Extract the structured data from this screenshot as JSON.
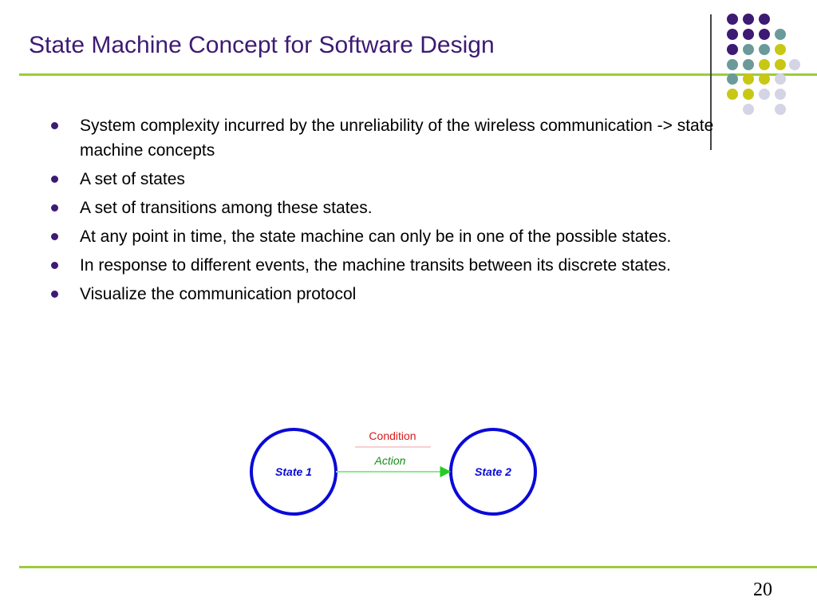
{
  "slide": {
    "title": "State Machine Concept for Software Design",
    "page_number": "20"
  },
  "bullets": [
    "System complexity incurred by the unreliability of the wireless communication -> state machine concepts",
    "A set of states",
    "A set of transitions among these states.",
    "At any point in time, the state machine can only be in one of the possible states.",
    "In response to different events, the machine transits between its discrete states.",
    "Visualize the communication protocol"
  ],
  "diagram": {
    "state1": "State 1",
    "state2": "State 2",
    "condition": "Condition",
    "action": "Action"
  },
  "colors": {
    "title": "#3d1a73",
    "accent_rule": "#9ccc3c",
    "state_circle": "#0a0ad8",
    "condition_text": "#d81b1b",
    "action_text": "#1a8a1a",
    "dot_purple": "#3d1a73",
    "dot_teal": "#6b9a9a",
    "dot_yellow": "#c8c814",
    "dot_lavender": "#d4d4e6"
  }
}
